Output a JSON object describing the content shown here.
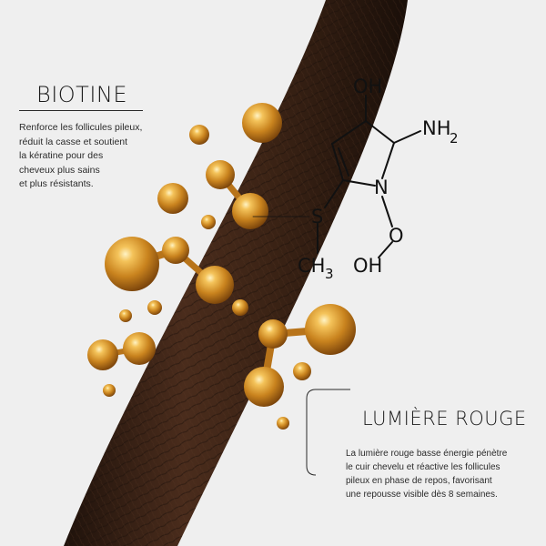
{
  "biotine": {
    "title": "BIOTINE",
    "lines": [
      "Renforce les follicules pileux,",
      "réduit la casse et soutient",
      "la kératine pour des",
      "cheveux plus sains",
      "et plus résistants."
    ]
  },
  "red_light": {
    "title": "LUMIÈRE ROUGE",
    "lines": [
      "La lumière rouge basse énergie pénètre",
      "le cuir chevelu et réactive les follicules",
      "pileux en phase de repos, favorisant",
      "une repousse visible dès 8 semaines."
    ]
  },
  "molecule": {
    "oh_top": "OH",
    "nh": "NH",
    "nh_sub": "2",
    "n": "N",
    "s": "S",
    "o": "O",
    "oh_bottom": "OH",
    "ch": "CH",
    "ch_sub": "3"
  },
  "colors": {
    "background": "#efefef",
    "hair": "#3a2216",
    "oil": "#d9a23a",
    "text": "#1b1b1b"
  }
}
